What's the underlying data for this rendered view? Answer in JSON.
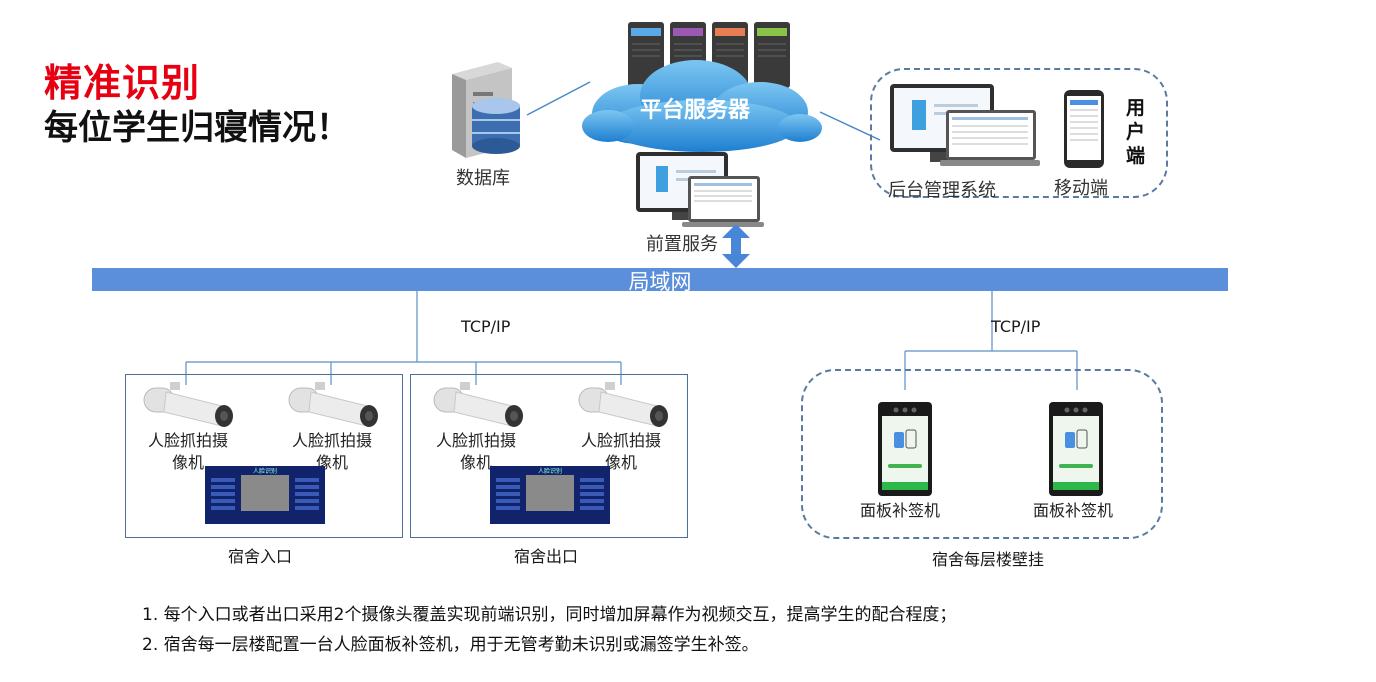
{
  "title": {
    "line1": "精准识别",
    "line2": "每位学生归寝情况！"
  },
  "top": {
    "database": "数据库",
    "platform_server": "平台服务器",
    "front_service": "前置服务",
    "backend_system": "后台管理系统",
    "mobile": "移动端",
    "user_side": "用户端"
  },
  "network": {
    "lan": "局域网",
    "protocol_left": "TCP/IP",
    "protocol_right": "TCP/IP"
  },
  "zones": {
    "entrance": {
      "label": "宿舍入口",
      "camera_label": "人脸抓拍摄\n像机",
      "screen_title": "人脸识别"
    },
    "exit": {
      "label": "宿舍出口",
      "camera_label": "人脸抓拍摄\n像机",
      "screen_title": "人脸识别"
    },
    "floor": {
      "label": "宿舍每层楼壁挂",
      "device_label": "面板补签机"
    }
  },
  "notes": [
    "1.   每个入口或者出口采用2个摄像头覆盖实现前端识别，同时增加屏幕作为视频交互，提高学生的配合程度；",
    "2.   宿舍每一层楼配置一台人脸面板补签机，用于无管考勤未识别或漏签学生补签。"
  ],
  "colors": {
    "title_red": "#e60012",
    "lan_blue": "#5b8fdb",
    "cloud_blue": "#1e7fd0"
  }
}
